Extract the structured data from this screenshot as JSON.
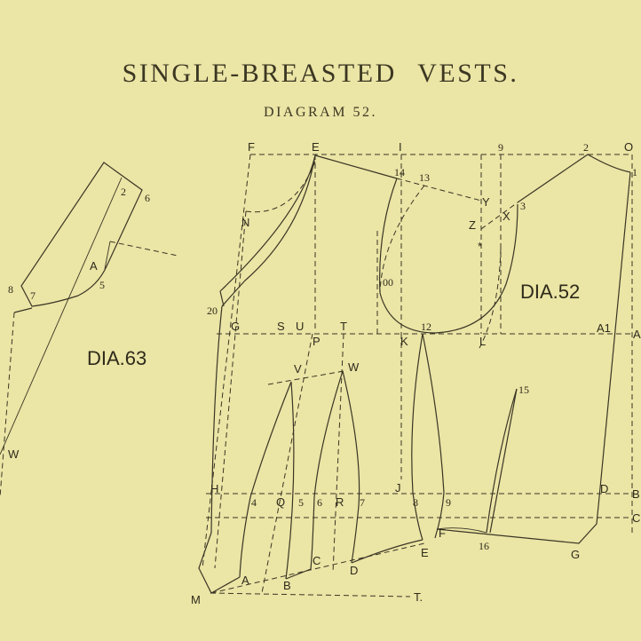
{
  "header": {
    "title": "SINGLE-BREASTED VESTS.",
    "subtitle": "DIAGRAM 52."
  },
  "diagrams": {
    "dia63": {
      "label": "DIA.63",
      "points": [
        "2",
        "6",
        "A",
        "5",
        "8",
        "7",
        "W"
      ]
    },
    "dia52": {
      "label": "DIA.52",
      "top_points": [
        "F",
        "E",
        "I",
        "9",
        "2",
        "O"
      ],
      "shoulder_points": [
        "14",
        "13",
        "Y",
        "Z",
        "X",
        "3",
        "1"
      ],
      "armhole_points": [
        "00",
        "12",
        "*"
      ],
      "chest_line_points": [
        "20",
        "G",
        "S",
        "U",
        "P",
        "T",
        "K",
        "L",
        "A1",
        "A"
      ],
      "dart_top_points": [
        "V",
        "W",
        "15"
      ],
      "waist_line_points": [
        "H",
        "4",
        "Q",
        "5",
        "6",
        "R",
        "7",
        "J",
        "8",
        "9",
        "D",
        "B"
      ],
      "hip_line_points": [
        "C"
      ],
      "bottom_points": [
        "M",
        "A",
        "B",
        "C",
        "D",
        "E",
        "F",
        "16",
        "G",
        "T."
      ],
      "side_points": [
        "N"
      ]
    }
  },
  "colors": {
    "paper": "#ebe5a6",
    "ink": "#3a3524"
  }
}
